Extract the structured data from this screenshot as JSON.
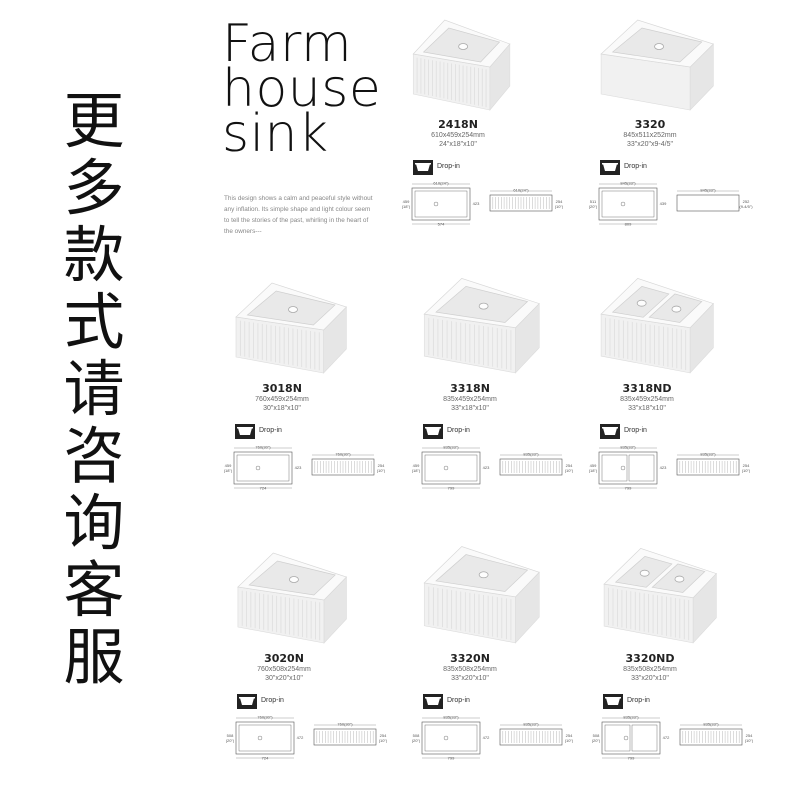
{
  "side_banner": "更多款式请咨询客服",
  "title_lines": [
    "Farm",
    "house",
    "sink"
  ],
  "tagline": "This design shows a calm and peaceful style without any inflation. Its simple shape and light colour seem to tell the stories of the past, whirling in the heart of the owners---",
  "colors": {
    "text": "#111111",
    "sink_body": "#f1f1f1",
    "sink_shadow": "#cfcfcf",
    "line": "#555555"
  },
  "products": [
    {
      "model": "2418N",
      "dims_mm": "610x459x254mm",
      "dims_in": "24\"x18\"x10\"",
      "install": "Drop-in",
      "bowls": 1,
      "apron": "fluted",
      "plan_top": "610(24\")",
      "plan_height": "459\n(18\")",
      "plan_inner": "423",
      "plan_bottom": "574",
      "side_top": "610(24\")",
      "side_height": "254\n(10\")"
    },
    {
      "model": "3320",
      "dims_mm": "845x511x252mm",
      "dims_in": "33\"x20\"x9-4/5\"",
      "install": "Drop-in",
      "bowls": 1,
      "apron": "flat",
      "plan_top": "845(33\")",
      "plan_height": "511\n(20\")",
      "plan_inner": "439",
      "plan_bottom": "809",
      "side_top": "845(33\")",
      "side_height": "252\n(9-4/5\")"
    },
    {
      "model": "3018N",
      "dims_mm": "760x459x254mm",
      "dims_in": "30\"x18\"x10\"",
      "install": "Drop-in",
      "bowls": 1,
      "apron": "fluted",
      "plan_top": "760(30\")",
      "plan_height": "459\n(18\")",
      "plan_inner": "423",
      "plan_bottom": "724",
      "side_top": "760(30\")",
      "side_height": "254\n(10\")"
    },
    {
      "model": "3318N",
      "dims_mm": "835x459x254mm",
      "dims_in": "33\"x18\"x10\"",
      "install": "Drop-in",
      "bowls": 1,
      "apron": "fluted",
      "plan_top": "835(33\")",
      "plan_height": "459\n(18\")",
      "plan_inner": "423",
      "plan_bottom": "799",
      "side_top": "835(33\")",
      "side_height": "254\n(10\")"
    },
    {
      "model": "3318ND",
      "dims_mm": "835x459x254mm",
      "dims_in": "33\"x18\"x10\"",
      "install": "Drop-in",
      "bowls": 2,
      "apron": "fluted",
      "plan_top": "835(33\")",
      "plan_height": "459\n(18\")",
      "plan_inner": "423",
      "plan_bottom": "799",
      "side_top": "835(33\")",
      "side_height": "254\n(10\")"
    },
    {
      "model": "3020N",
      "dims_mm": "760x508x254mm",
      "dims_in": "30\"x20\"x10\"",
      "install": "Drop-in",
      "bowls": 1,
      "apron": "fluted",
      "plan_top": "760(30\")",
      "plan_height": "508\n(20\")",
      "plan_inner": "472",
      "plan_bottom": "724",
      "side_top": "760(30\")",
      "side_height": "254\n(10\")"
    },
    {
      "model": "3320N",
      "dims_mm": "835x508x254mm",
      "dims_in": "33\"x20\"x10\"",
      "install": "Drop-in",
      "bowls": 1,
      "apron": "fluted",
      "plan_top": "835(33\")",
      "plan_height": "508\n(20\")",
      "plan_inner": "472",
      "plan_bottom": "799",
      "side_top": "835(33\")",
      "side_height": "254\n(10\")"
    },
    {
      "model": "3320ND",
      "dims_mm": "835x508x254mm",
      "dims_in": "33\"x20\"x10\"",
      "install": "Drop-in",
      "bowls": 2,
      "apron": "fluted",
      "plan_top": "835(33\")",
      "plan_height": "508\n(20\")",
      "plan_inner": "472",
      "plan_bottom": "799",
      "side_top": "835(33\")",
      "side_height": "254\n(10\")"
    }
  ]
}
